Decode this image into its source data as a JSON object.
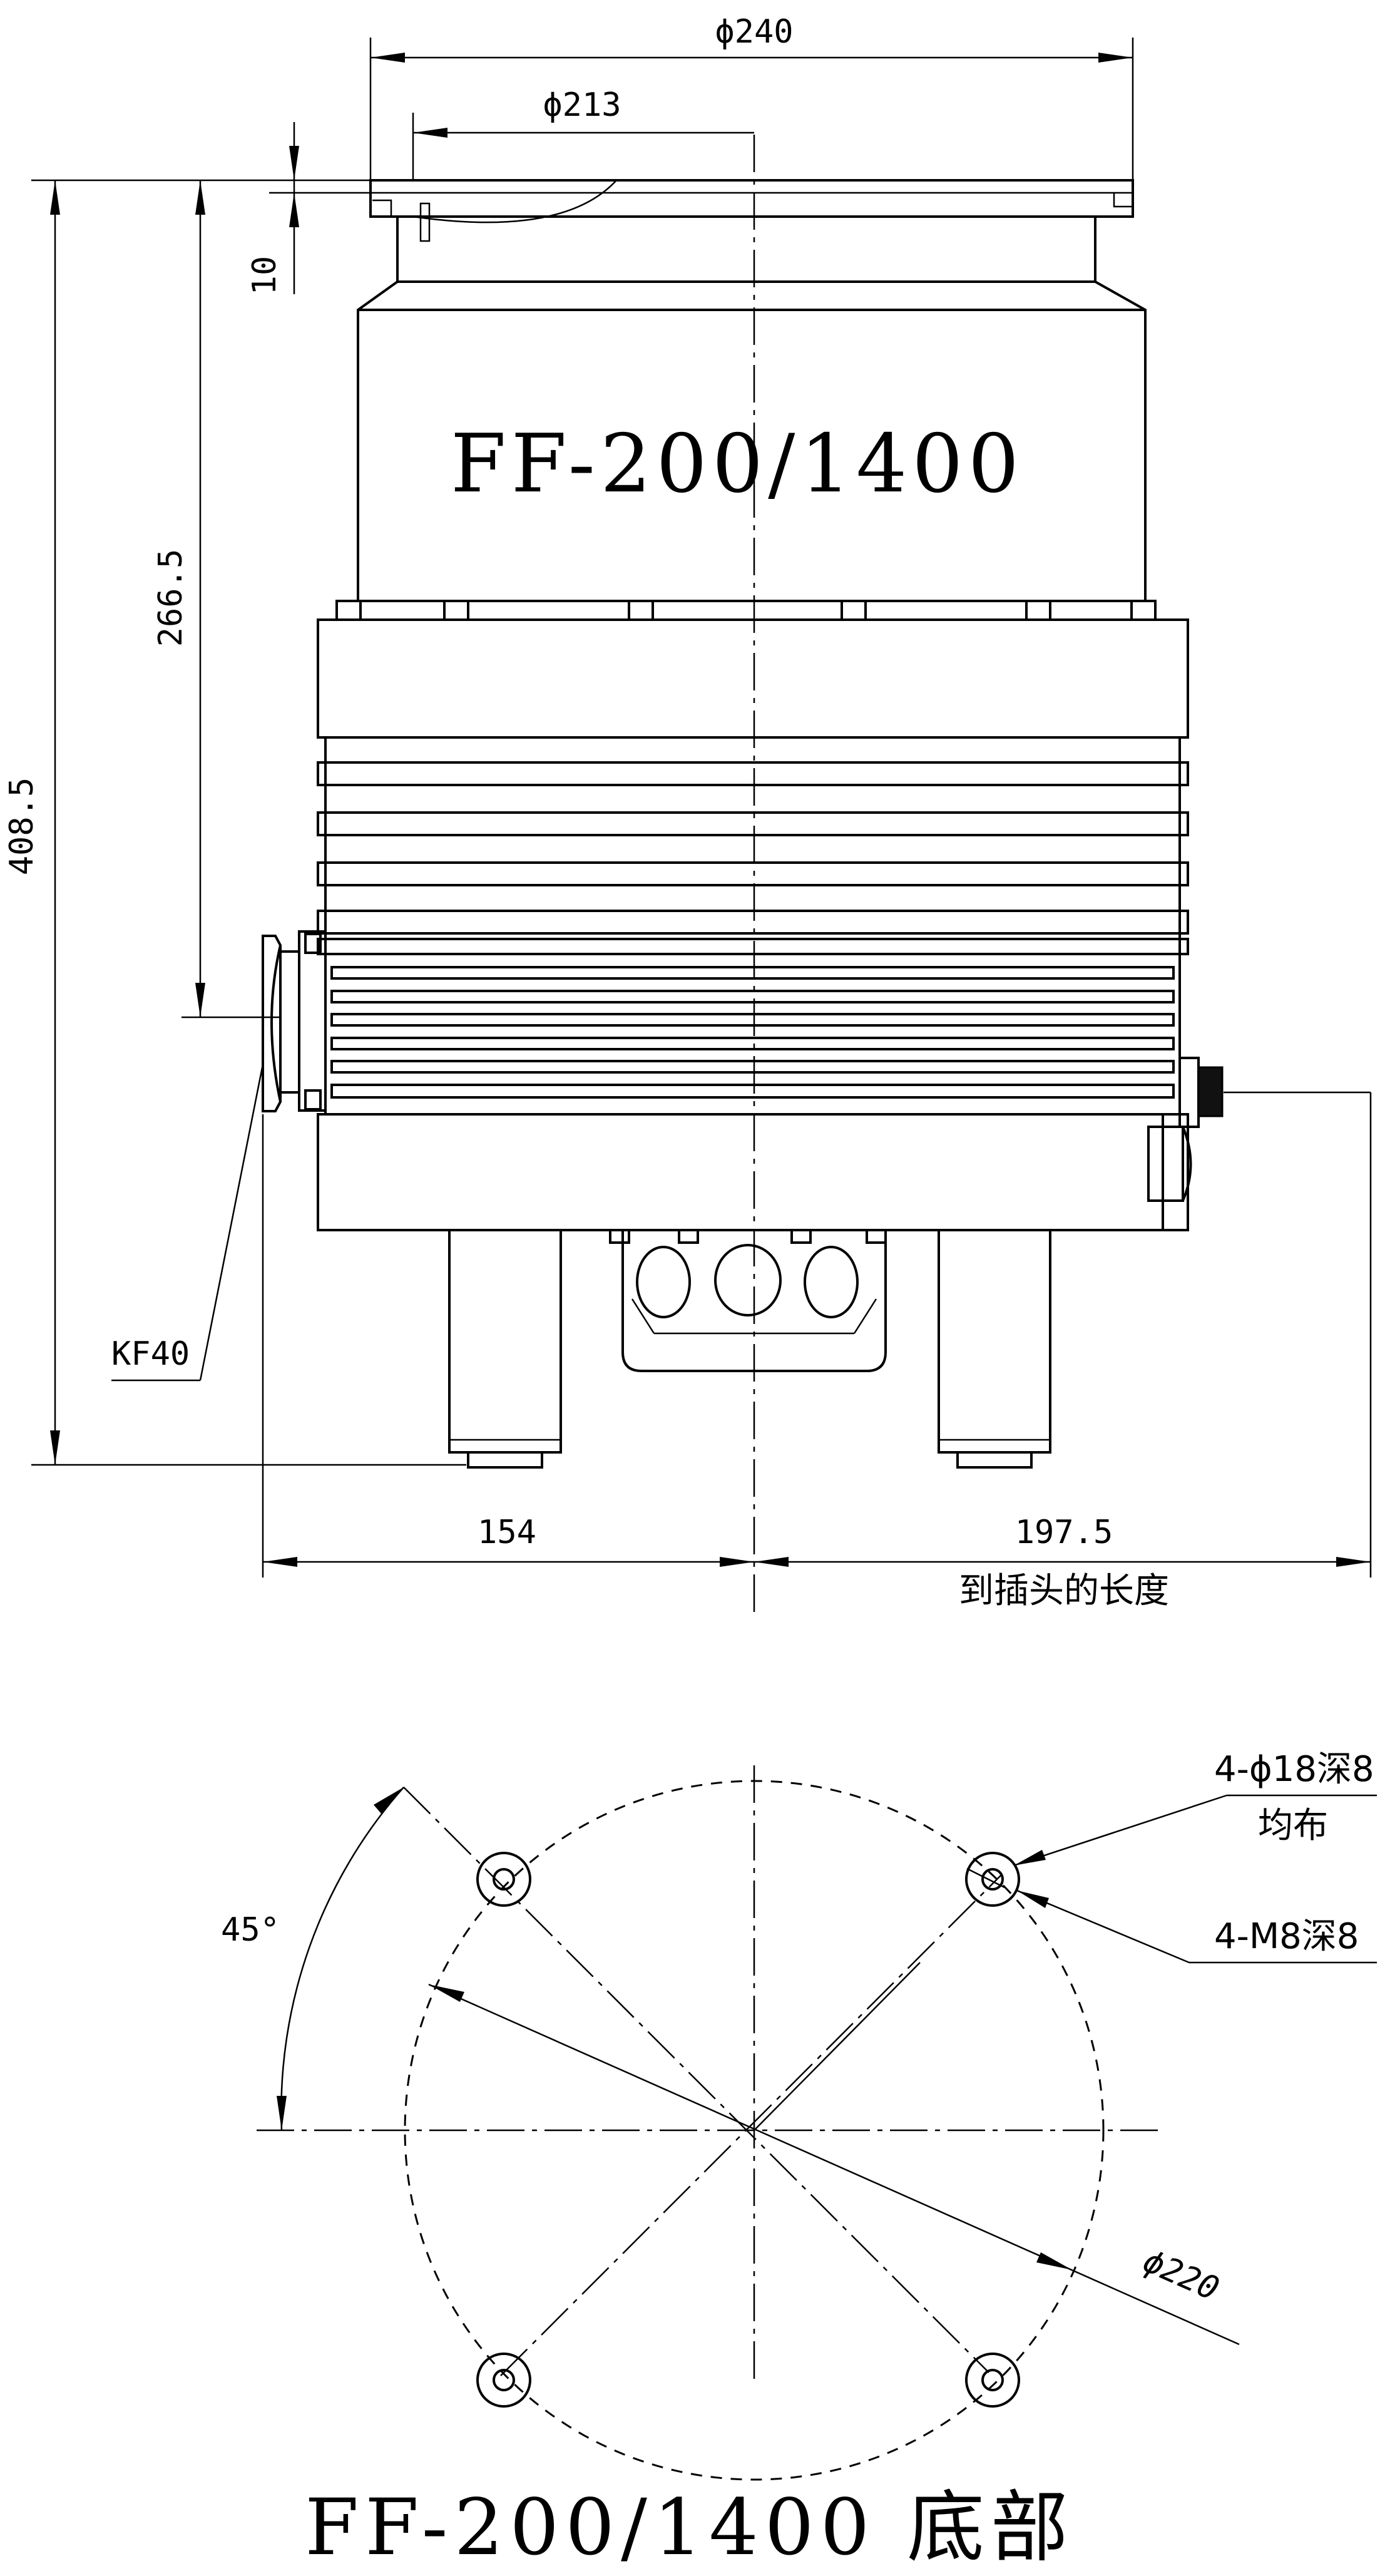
{
  "front_view": {
    "model_label": "FF-200/1400",
    "dims": {
      "phi240": "ϕ240",
      "phi213": "ϕ213",
      "d10": "10",
      "d266": "266.5",
      "d408": "408.5",
      "kf40": "KF40",
      "d154": "154",
      "d197": "197.5",
      "plug_note": "到插头的长度"
    }
  },
  "bottom_view": {
    "angle": "45°",
    "holes_note_1": "4-ϕ18深8",
    "holes_note_2": "均布",
    "thread_note": "4-M8深8",
    "pcd": "ϕ220",
    "caption": "FF-200/1400 底部"
  }
}
